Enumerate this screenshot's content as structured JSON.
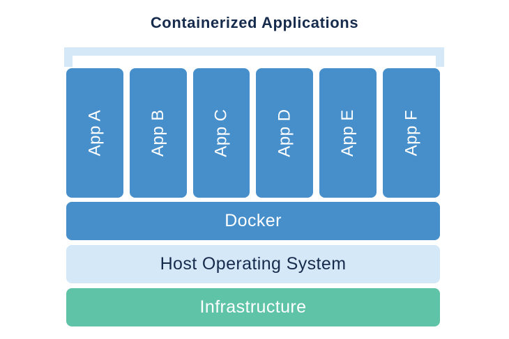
{
  "diagram": {
    "title": "Containerized Applications",
    "apps": [
      "App A",
      "App B",
      "App C",
      "App D",
      "App E",
      "App F"
    ],
    "layers": [
      {
        "id": "docker",
        "label": "Docker"
      },
      {
        "id": "host-os",
        "label": "Host Operating System"
      },
      {
        "id": "infrastructure",
        "label": "Infrastructure"
      }
    ],
    "colors": {
      "container_blue": "#478fcb",
      "bracket_light_blue": "#d4e8f8",
      "infrastructure_green": "#5fc3a8",
      "title_navy": "#172b4d",
      "label_white": "#ffffff",
      "background": "#ffffff"
    }
  }
}
